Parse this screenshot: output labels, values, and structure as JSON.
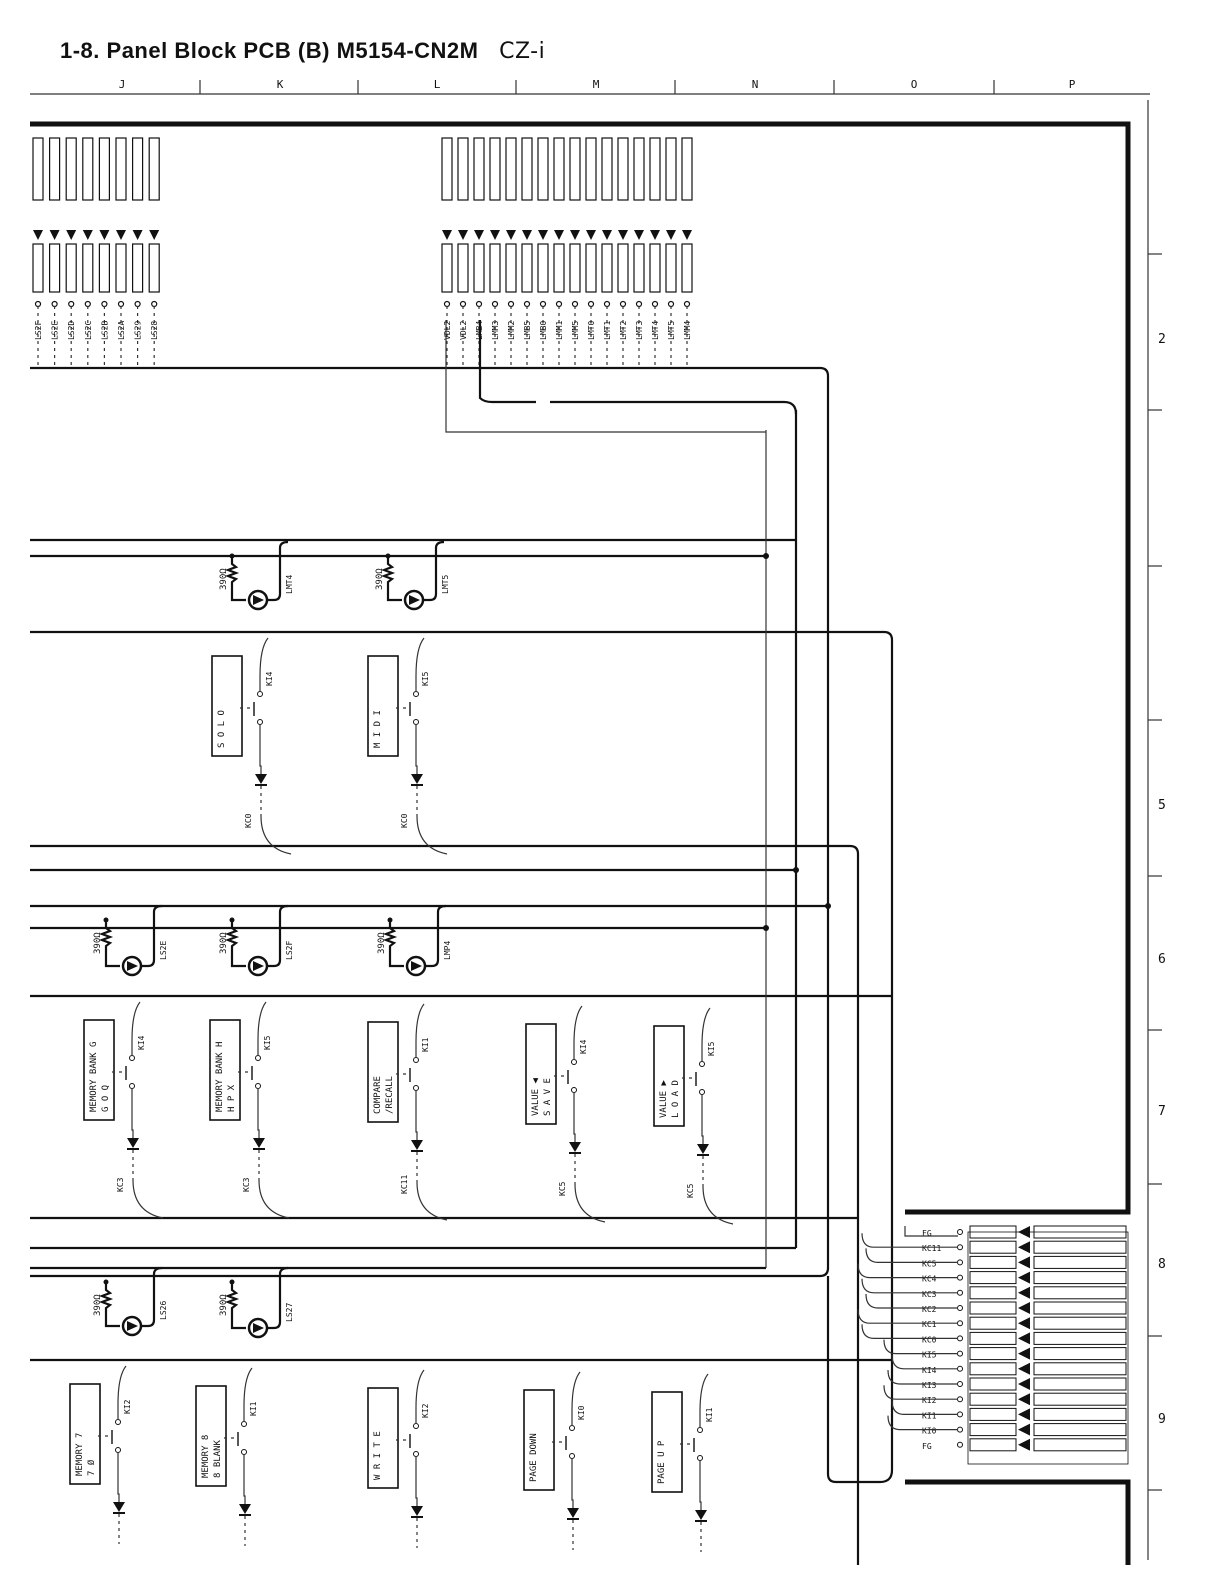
{
  "title": {
    "main": "1-8.   Panel Block PCB (B) M5154-CN2M",
    "suffix": "CZ-i"
  },
  "grid": {
    "columns": [
      "J",
      "K",
      "L",
      "M",
      "N",
      "O",
      "P"
    ],
    "rows": [
      "2",
      "5",
      "6",
      "7",
      "8",
      "9"
    ]
  },
  "top_left_connector": {
    "pins": [
      "LS2F",
      "LS2E",
      "LS2D",
      "LS2C",
      "LS2B",
      "LS2A",
      "LS29",
      "LS28"
    ]
  },
  "top_mid_connector": {
    "pins": [
      "VDL2",
      "VDL2",
      "LMB4",
      "LMM3",
      "LMM2",
      "LMB5",
      "LMB0",
      "LMM1",
      "LMM5",
      "LMT0",
      "LMT1",
      "LMT2",
      "LMT3",
      "LMT4",
      "LMT5",
      "LMM4"
    ]
  },
  "resistor_value": "390Ω",
  "leds": [
    {
      "net": "LMT4"
    },
    {
      "net": "LMT5"
    },
    {
      "net": "LS2E"
    },
    {
      "net": "LS2F"
    },
    {
      "net": "LMP4"
    },
    {
      "net": "LS26"
    },
    {
      "net": "LS27"
    }
  ],
  "switches": [
    {
      "lines": [
        "S O L O"
      ],
      "ki": "KI4",
      "kc": "KC0"
    },
    {
      "lines": [
        "M I D I"
      ],
      "ki": "KI5",
      "kc": "KC0"
    },
    {
      "lines": [
        "MEMORY BANK G",
        "G O Q"
      ],
      "ki": "KI4",
      "kc": "KC3"
    },
    {
      "lines": [
        "MEMORY BANK H",
        "H P X"
      ],
      "ki": "KI5",
      "kc": "KC3"
    },
    {
      "lines": [
        "COMPARE",
        "/RECALL"
      ],
      "ki": "KI1",
      "kc": "KC11"
    },
    {
      "lines": [
        "VALUE ◀",
        "S A V E"
      ],
      "ki": "KI4",
      "kc": "KC5"
    },
    {
      "lines": [
        "VALUE ▶",
        "L O A D"
      ],
      "ki": "KI5",
      "kc": "KC5"
    },
    {
      "lines": [
        "MEMORY 7",
        "7  Ø"
      ],
      "ki": "KI2",
      "kc": ""
    },
    {
      "lines": [
        "MEMORY 8",
        "8  BLANK"
      ],
      "ki": "KI1",
      "kc": ""
    },
    {
      "lines": [
        "W R I T E"
      ],
      "ki": "KI2",
      "kc": ""
    },
    {
      "lines": [
        "PAGE DOWN"
      ],
      "ki": "KI0",
      "kc": ""
    },
    {
      "lines": [
        "PAGE  U P"
      ],
      "ki": "KI1",
      "kc": ""
    }
  ],
  "bottom_connector": {
    "pins": [
      "FG",
      "KC11",
      "KC5",
      "KC4",
      "KC3",
      "KC2",
      "KC1",
      "KC0",
      "KI5",
      "KI4",
      "KI3",
      "KI2",
      "KI1",
      "KI0",
      "FG"
    ]
  }
}
